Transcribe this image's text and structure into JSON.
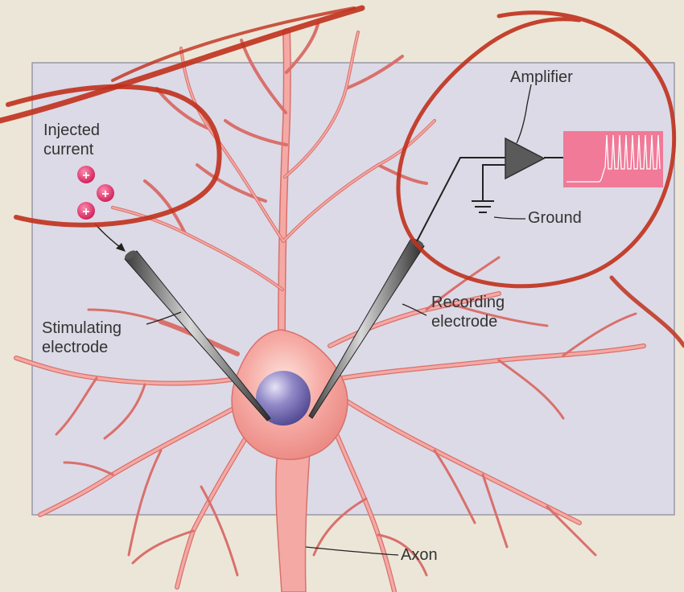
{
  "labels": {
    "injected_current": [
      "Injected",
      "current"
    ],
    "amplifier": "Amplifier",
    "ground": "Ground",
    "recording_electrode": [
      "Recording",
      "electrode"
    ],
    "stimulating_electrode": [
      "Stimulating",
      "electrode"
    ],
    "axon": "Axon"
  },
  "charge_symbol": "+",
  "colors": {
    "background": "#ece6d8",
    "panel": "#dcdae6",
    "neuron": "#f4a9a4",
    "neuron_outline": "#d9706c",
    "nucleus": "#7d75b8",
    "amplifier": "#5a5a5a",
    "trace_bg": "#f07a98",
    "annotation": "#c0301c"
  }
}
